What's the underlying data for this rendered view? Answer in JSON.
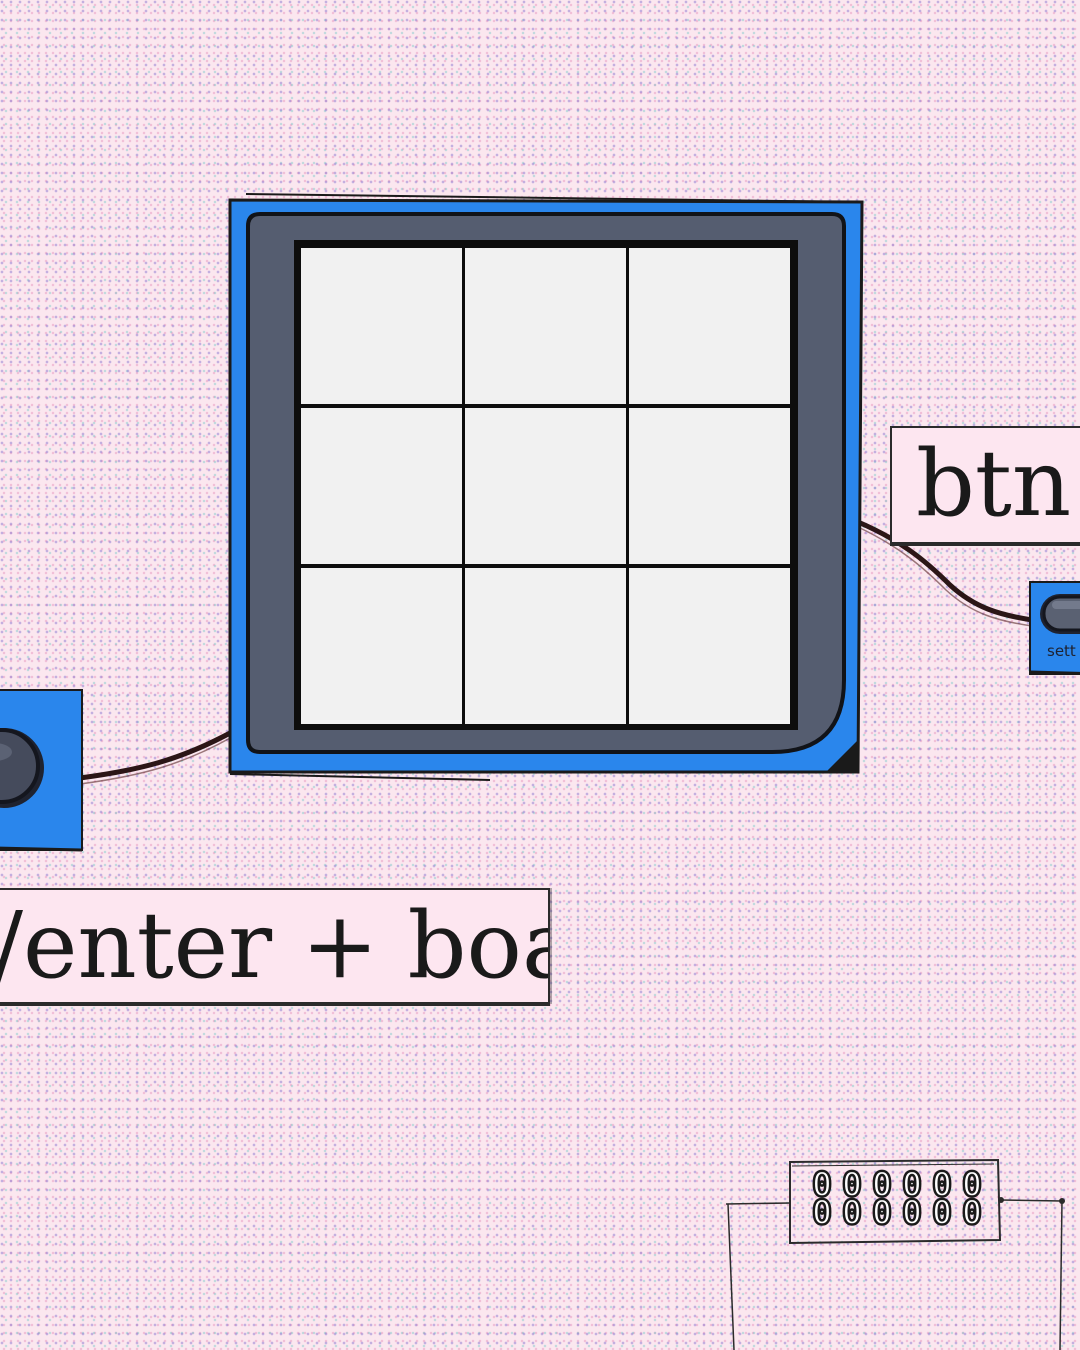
{
  "canvas": {
    "background": "#fbe7ef"
  },
  "labels": {
    "btn": "btn &",
    "enter_board": "/enter + board"
  },
  "settings_button": {
    "label": "sett"
  },
  "board": {
    "rows": 3,
    "cols": 3,
    "cells": [
      "",
      "",
      "",
      "",
      "",
      "",
      "",
      "",
      ""
    ],
    "frame_color": "#2a86ec",
    "bezel_color": "#555d70",
    "cell_color": "#f1f1f1"
  },
  "digit_display": {
    "rows": [
      [
        "0",
        "0",
        "0",
        "0",
        "0",
        "0"
      ],
      [
        "0",
        "0",
        "0",
        "0",
        "0",
        "0"
      ]
    ]
  },
  "icons": {
    "left_button": "round-button-icon",
    "right_button": "pill-button-icon"
  }
}
